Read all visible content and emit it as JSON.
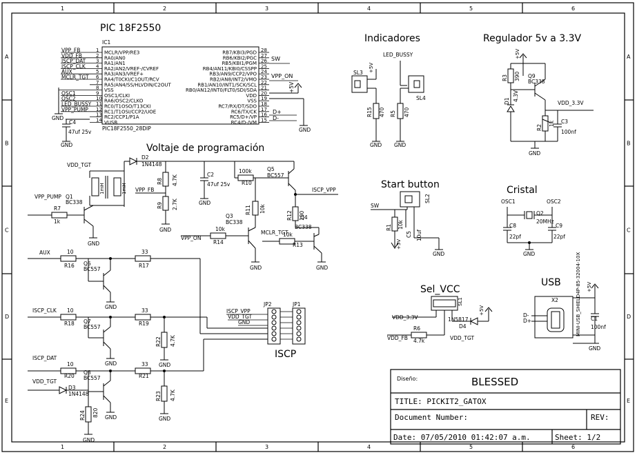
{
  "border": {
    "cols": [
      "1",
      "2",
      "3",
      "4",
      "5",
      "6"
    ],
    "rows": [
      "A",
      "B",
      "C",
      "D",
      "E"
    ]
  },
  "titles": {
    "pic": "PIC 18F2550",
    "indicadores": "Indicadores",
    "regulador": "Regulador 5v a 3.3V",
    "voltaje": "Voltaje de programación",
    "start": "Start button",
    "cristal": "Cristal",
    "selvcc": "Sel_VCC",
    "usb": "USB",
    "iscp": "ISCP"
  },
  "pic": {
    "ref": "IC1",
    "part": "PIC18F2550_28DIP",
    "left_pins": [
      "MCLR/VPP/RE3",
      "RA0/AN0",
      "RA1/AN1",
      "RA2/AN2/VREF-/CVREF",
      "RA3/AN3/VREF+",
      "RA4/T0CKI/C1OUT/RCV",
      "RA5/AN4/SS/HLVDIN/C2OUT",
      "VSS",
      "OSC1/CLKI",
      "RA6/OSC2/CLKO",
      "RC0/T1OSO/T13CKI",
      "RC1/T1OSI/CCP2/UOE",
      "RC2/CCP1/P1A",
      "VUSB"
    ],
    "left_nums": [
      "1",
      "2",
      "3",
      "4",
      "5",
      "6",
      "7",
      "8",
      "9",
      "10",
      "11",
      "12",
      "13",
      "14"
    ],
    "right_pins": [
      "RB7/KBI3/PGD",
      "RB6/KBI2/PGC",
      "RB5/KBI1/PGM",
      "RB4/AN11/KBI0/CSSPP",
      "RB3/AN9/CCP2/VPO",
      "RB2/AN8/INT2/VMO",
      "RB1/AN10/INT1/SCK/SCL",
      "RB0/AN12/INT0/FLT0/SDI/SDA",
      "VDD",
      "VSS",
      "RC7/RX/DT/SDO",
      "RC6/TX/CK",
      "RC5/D+/VP",
      "RC4/D-/VM"
    ],
    "right_nums": [
      "28",
      "27",
      "26",
      "25",
      "24",
      "23",
      "22",
      "21",
      "20",
      "19",
      "18",
      "17",
      "16",
      "15"
    ],
    "left_nets": [
      "VPP_FB",
      "VDD_FB",
      "ISCP_DAT",
      "ISCP_CLK",
      "AUX",
      "MCLR_TGT",
      "",
      "",
      "OSC1",
      "OSC2",
      "LED_BUSSY",
      "VPP_PUMP",
      "",
      ""
    ],
    "right_nets": {
      "sw": "SW",
      "vpp_on": "VPP_ON",
      "dplus": "D+",
      "dminus": "D-",
      "v5": "+5V"
    },
    "gnd": "GND",
    "c4": "C4",
    "c4v": "47uf 25v"
  },
  "labels": {
    "gnd": "GND",
    "v5": "+5V",
    "vdd_tgt": "VDD_TGT",
    "vpp_pump": "VPP_PUMP",
    "vpp_fb": "VPP_FB",
    "vpp_on": "VPP_ON",
    "mclr_tgt": "MCLR_TGT",
    "iscp_vpp": "ISCP_VPP",
    "aux": "AUX",
    "iscp_clk": "ISCP_CLK",
    "iscp_dat": "ISCP_DAT",
    "led_bussy": "LED_BUSSY",
    "vdd33": "VDD_3.3V",
    "vdd_fb": "VDD_FB",
    "sw": "SW",
    "osc1": "OSC1",
    "osc2": "OSC2",
    "dplus": "D+",
    "dminus": "D-"
  },
  "parts": {
    "q1": "Q1",
    "bc338": "BC338",
    "bc557": "BC557",
    "r7": "R7",
    "r7v": "1k",
    "l1": "1mH",
    "d2": "D2",
    "d2v": "1N4148",
    "r8": "R8",
    "r8v": "4.7K",
    "r9": "R9",
    "r9v": "2.7K",
    "c2": "C2",
    "c2v": "47uf 25v",
    "r10": "R10",
    "r10v": "100k",
    "q5": "Q5",
    "q3": "Q3",
    "r11": "R11",
    "r11v": "10k",
    "r14": "R14",
    "r14v": "10k",
    "r12": "R12",
    "r12v": "100",
    "q4": "Q4",
    "r13": "R13",
    "r13v": "10k",
    "r16": "R16",
    "r16v": "10",
    "q6": "Q6",
    "r17": "R17",
    "r17v": "33",
    "r18": "R18",
    "r18v": "10",
    "q7": "Q7",
    "r19": "R19",
    "r19v": "33",
    "r22": "R22",
    "r22v": "4.7K",
    "r20": "R20",
    "r20v": "10",
    "q8": "Q8",
    "r21": "R21",
    "r21v": "33",
    "d3": "D3",
    "d3v": "1N4148",
    "r23": "R23",
    "r23v": "4.7K",
    "r24": "R24",
    "r24v": "820",
    "jp2": "JP2",
    "jp1": "JP1",
    "iscp_rows": [
      "ISCP_VPP",
      "VDD_TGT",
      "GND"
    ],
    "sl3": "SL3",
    "sl4": "SL4",
    "r15": "R15",
    "r15v": "470",
    "r5": "R5",
    "r5v": "470",
    "r3": "R3",
    "r3v": "390",
    "q9": "Q9",
    "d1": "D1",
    "d1v": "4.3V",
    "r2": "R2",
    "r2v": "1k",
    "c3": "C3",
    "c3v": "100nf",
    "sl2": "SL2",
    "r1": "R1",
    "r1v": "10k",
    "c5": "C5",
    "c5v": "10uf",
    "q2": "Q2",
    "q2v": "20MHz",
    "c8": "C8",
    "c8v": "22pf",
    "c9": "C9",
    "c9v": "22pf",
    "sl1": "SL1",
    "d4": "D4",
    "d4v": "1N5817",
    "r6": "R6",
    "r6v": "4.7k",
    "x2": "X2",
    "usbpart": "MINI-USB_SHIELD4P-85-32004-10X",
    "c1": "C1",
    "c1v": "100nf"
  },
  "titleblock": {
    "diseno_label": "Diseño:",
    "diseno": "BLESSED",
    "title": "TITLE:  PICKIT2_GATOX",
    "docnum": "Document Number:",
    "rev": "REV:",
    "date": "Date: 07/05/2010 01:42:07 a.m.",
    "sheet": "Sheet: 1/2"
  }
}
